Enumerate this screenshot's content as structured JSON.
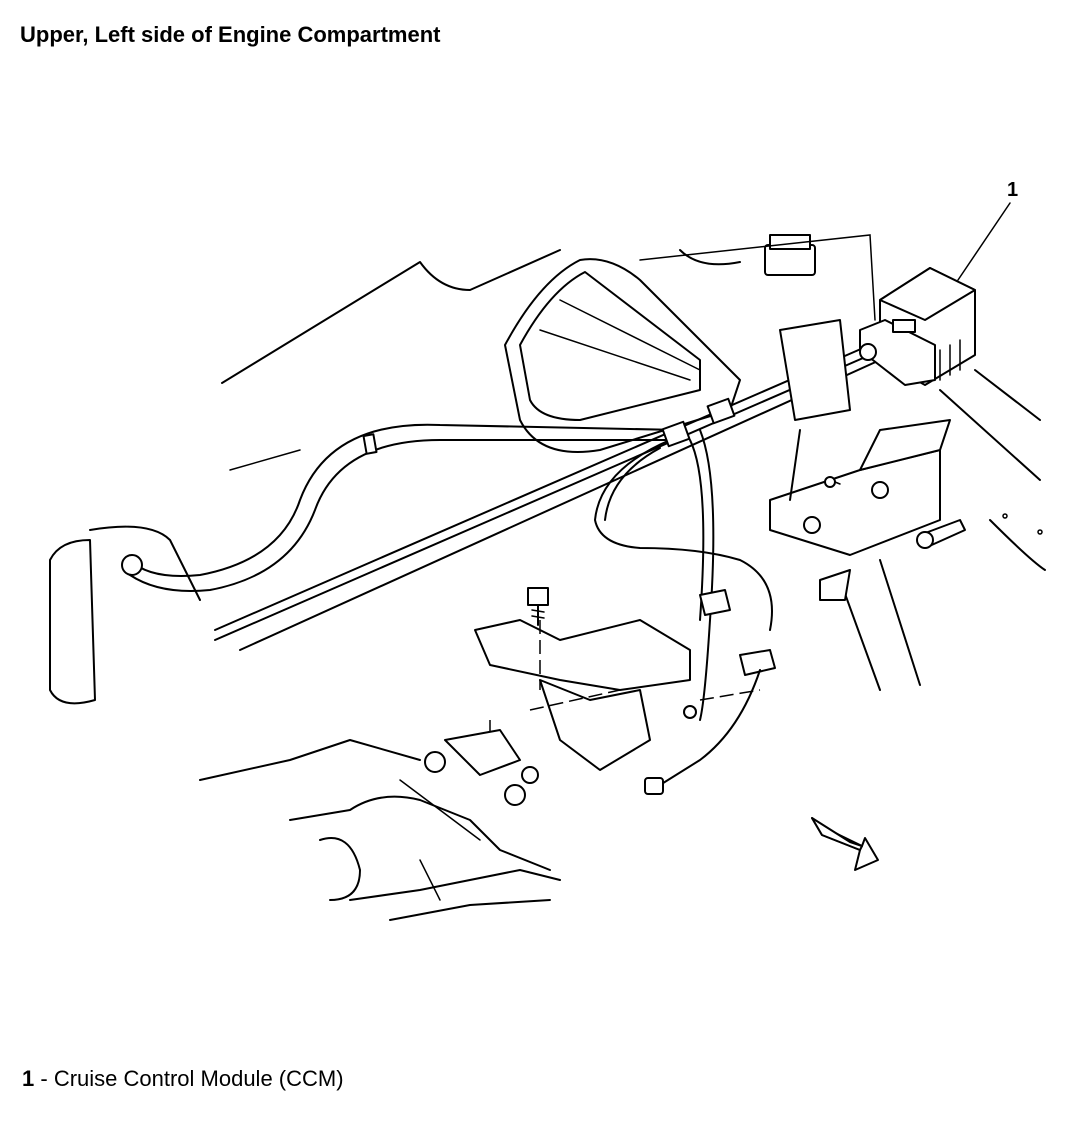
{
  "title": "Upper, Left side of Engine Compartment",
  "callouts": [
    {
      "number": "1",
      "name": "Cruise Control Module (CCM)"
    }
  ],
  "legend": {
    "number": "1",
    "separator": " - ",
    "text": "Cruise Control Module (CCM)"
  }
}
